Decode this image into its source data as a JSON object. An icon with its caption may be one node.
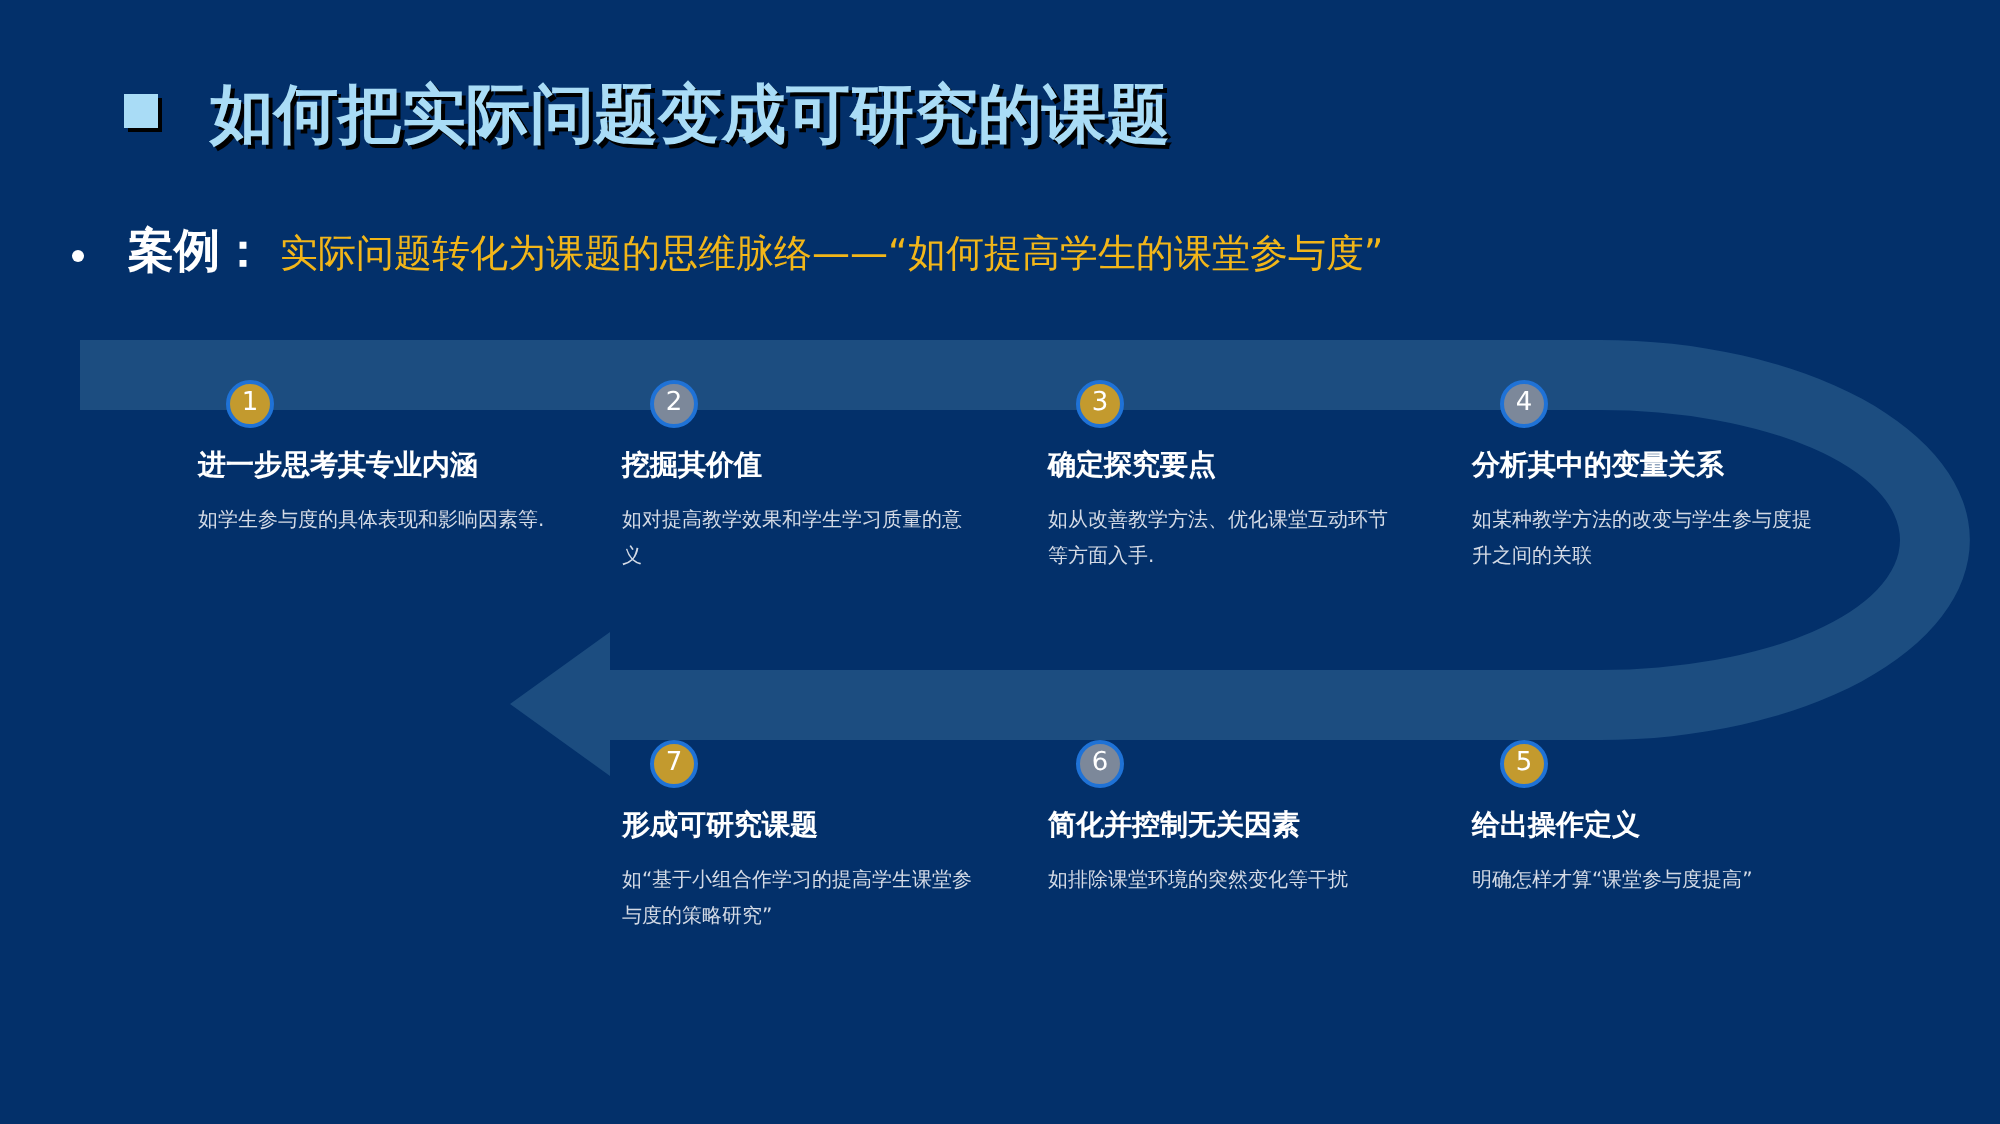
{
  "diagram": {
    "title": "如何把实际问题变成可研究的课题",
    "nodes": [
      {
        "text": [
          "1",
          "进一步思考其专业内涵",
          "如学生参与度的具体表现和影响因素等."
        ]
      },
      {
        "text": [
          "2",
          "挖掘其价值",
          "如对提高教学效果和学生学习质量的意义"
        ]
      },
      {
        "text": [
          "3",
          "确定探究要点",
          "如从改善教学方法、优化课堂互动环节等方面入手."
        ]
      },
      {
        "text": [
          "4",
          "分析其中的变量关系",
          "如某种教学方法的改变与学生参与度提升之间的关联"
        ]
      },
      {
        "text": [
          "5",
          "给出操作定义",
          "明确怎样才算“课堂参与度提高”"
        ]
      },
      {
        "text": [
          "6",
          "简化并控制无关因素",
          "如排除课堂环境的突然变化等干扰"
        ]
      },
      {
        "text": [
          "7",
          "形成可研究课题",
          "如“基于小组合作学习的提高学生课堂参与度的策略研究”"
        ]
      }
    ],
    "labels": [
      "案例：",
      "实际问题转化为课题的思维脉络——“如何提高学生的课堂参与度”"
    ]
  }
}
